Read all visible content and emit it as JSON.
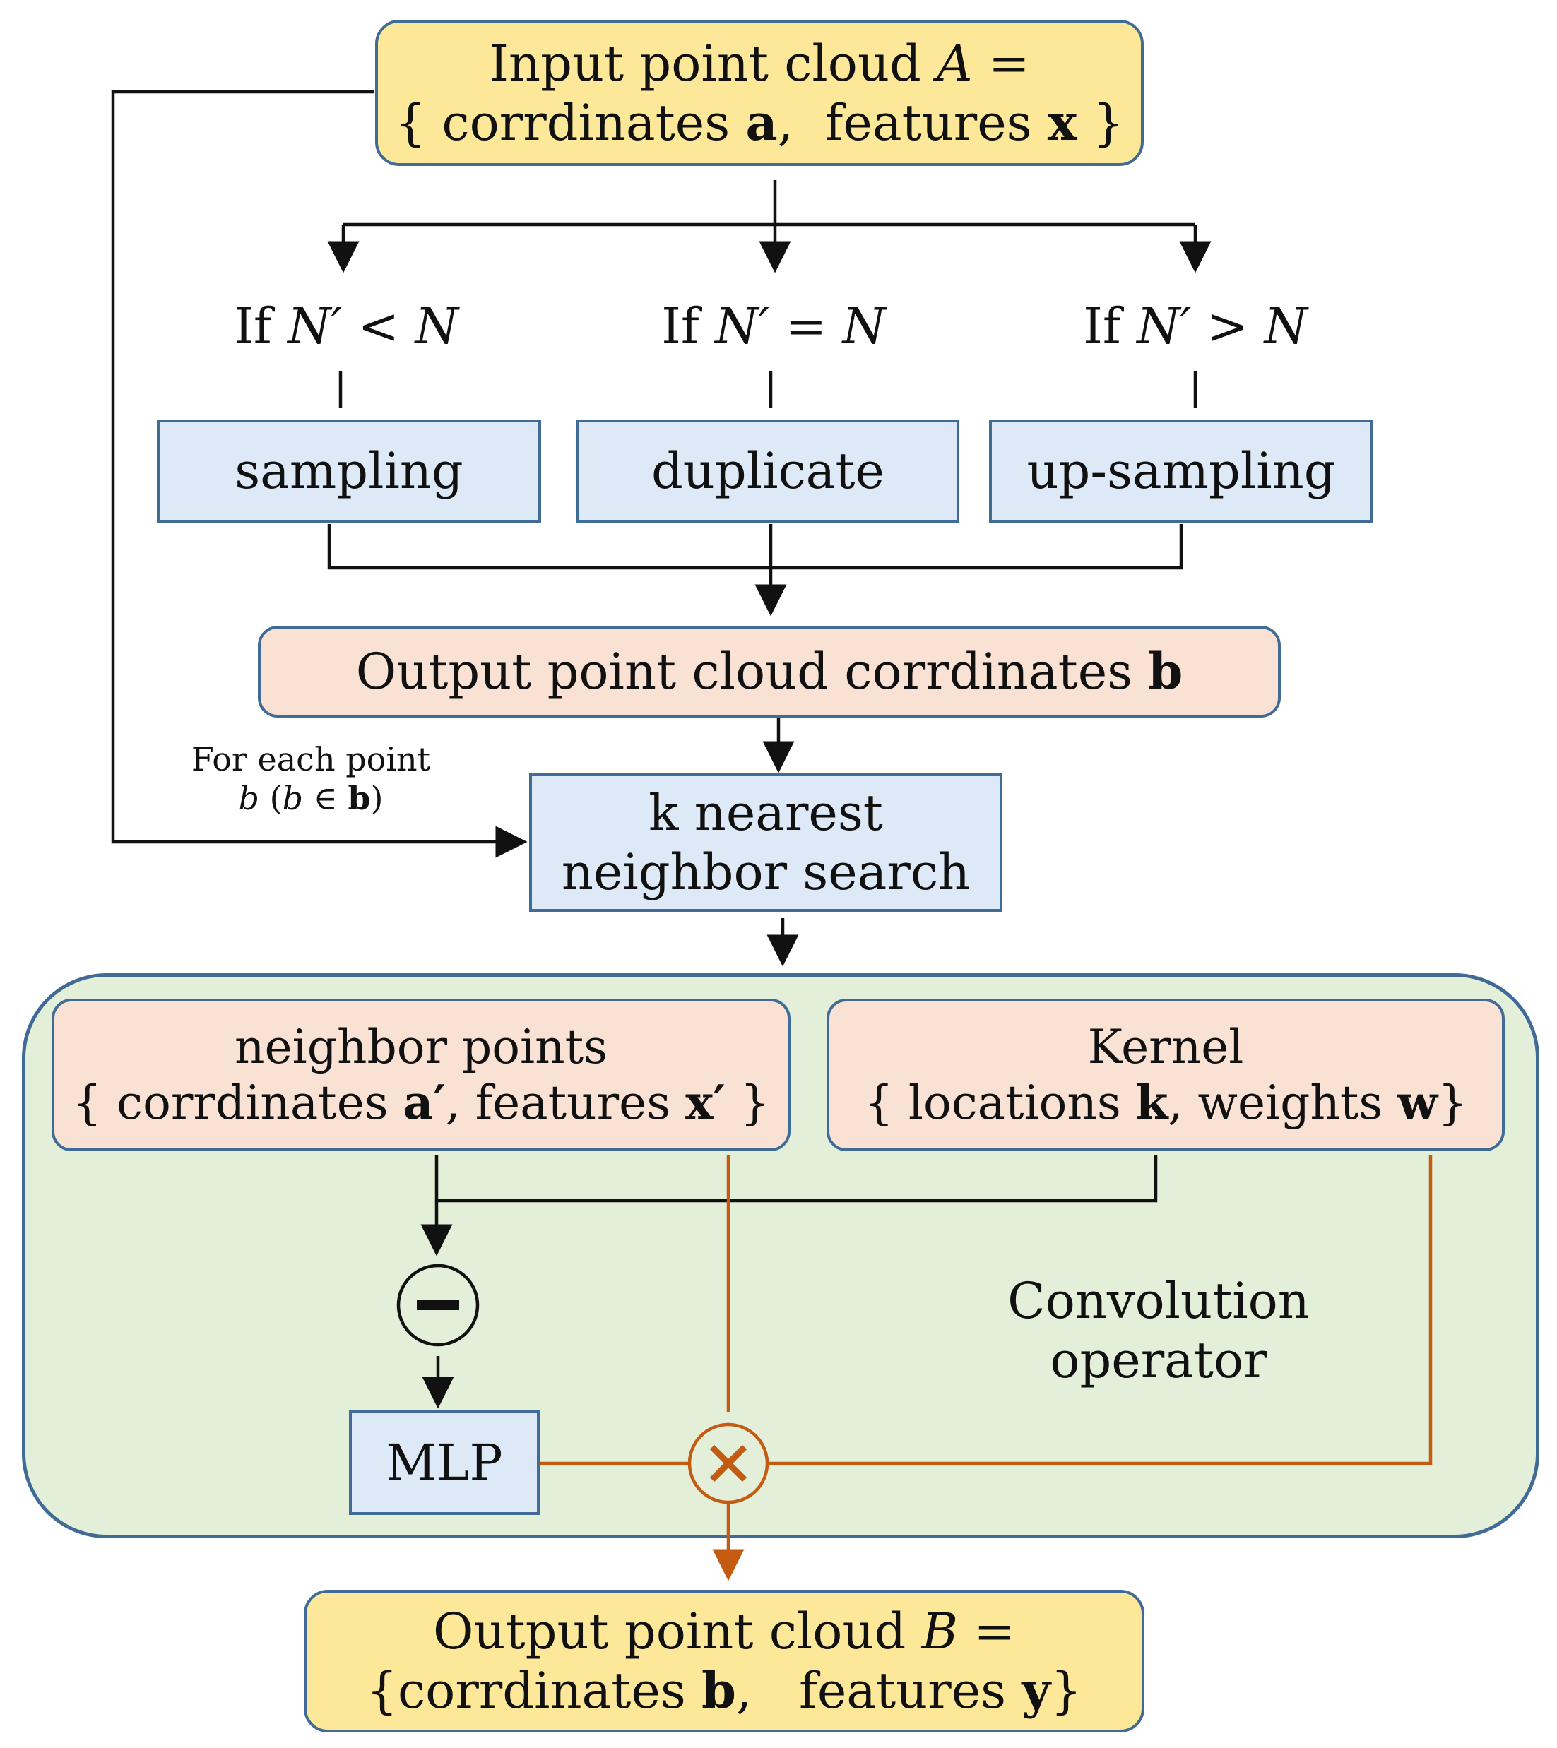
{
  "input": {
    "line1_text": "Input point cloud",
    "line1_var": "A",
    "line1_eq": " =",
    "line2_open": "{ corrdinates ",
    "line2_a": "a",
    "line2_mid": ",  features ",
    "line2_x": "x",
    "line2_close": " }"
  },
  "conditions": {
    "if_word": "If",
    "n_prime": "N′",
    "n": "N",
    "op_less": "<",
    "op_equal": "=",
    "op_greater": ">"
  },
  "resample": {
    "sampling": "sampling",
    "duplicate": "duplicate",
    "upsampling": "up-sampling"
  },
  "output_coords": {
    "text": "Output point cloud corrdinates ",
    "b": "b"
  },
  "for_each": {
    "line1": "For each point",
    "b1": "b",
    "paren_open": " (",
    "b2": "b",
    "in_symbol": " ∈ ",
    "b_bold": "b",
    "paren_close": ")"
  },
  "knn": {
    "line1": "k nearest",
    "line2": "neighbor search"
  },
  "neighbor": {
    "title": "neighbor points",
    "open": "{ corrdinates ",
    "a_prime": "a′",
    "mid": ", features ",
    "x_prime": "x′",
    "close": " }"
  },
  "kernel": {
    "title": "Kernel",
    "open": "{ locations ",
    "k": "k",
    "mid": ", weights ",
    "w": "w",
    "close": "}"
  },
  "conv": {
    "line1": "Convolution",
    "line2": "operator"
  },
  "mlp": {
    "label": "MLP"
  },
  "output": {
    "line1_text": "Output point cloud",
    "line1_var": "B",
    "line1_eq": " =",
    "line2_open": "{corrdinates ",
    "line2_b": "b",
    "line2_mid": ",   features ",
    "line2_y": "y",
    "line2_close": "}"
  },
  "colors": {
    "black_line": "#111111",
    "orange_line": "#c55a11",
    "border_blue": "#3f6b96"
  }
}
